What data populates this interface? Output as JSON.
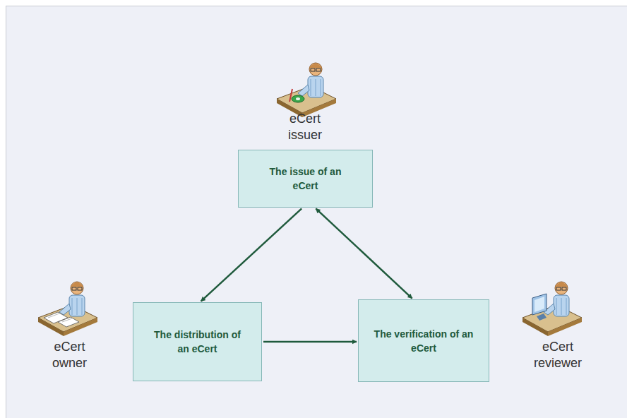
{
  "diagram": {
    "nodes": [
      {
        "text": [
          "The issue of an eCert"
        ]
      },
      {
        "text": [
          "The distribution of an eCert"
        ]
      },
      {
        "text": [
          "The verification of an eCert"
        ]
      }
    ],
    "edges": [
      {
        "from": 0,
        "to": 1,
        "arrow": "to"
      },
      {
        "from": 0,
        "to": 2,
        "arrow": "both"
      },
      {
        "from": 1,
        "to": 2,
        "arrow": "to"
      }
    ],
    "labels": [
      "eCert issuer",
      "eCert owner",
      "eCert reviewer"
    ]
  }
}
